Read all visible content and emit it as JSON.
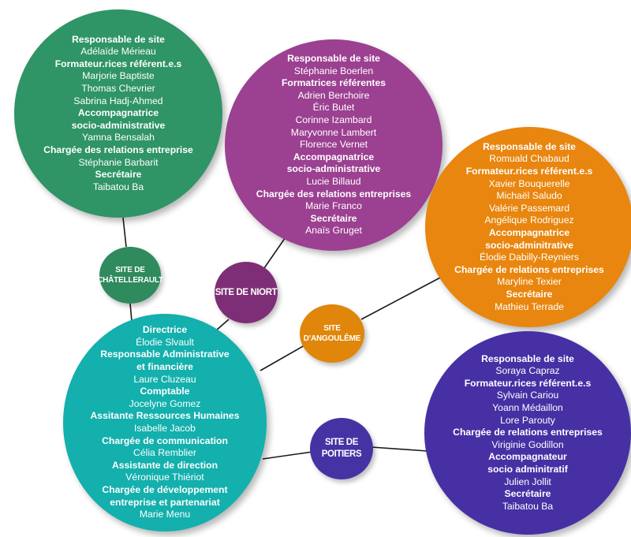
{
  "colors": {
    "chatellerault": "#2f9466",
    "niort": "#9c4091",
    "angouleme": "#e8860f",
    "central": "#13b0ad",
    "poitiers": "#4730a4",
    "connector": "#1a1a1a"
  },
  "sites": {
    "chatellerault": "SITE DE CHÂTELLERAULT",
    "niort": "SITE DE NIORT",
    "angouleme": "SITE D'ANGOULÊME",
    "poitiers": "SITE DE POITIERS"
  },
  "circles": {
    "chatellerault": [
      {
        "text": "Responsable de site",
        "bold": true
      },
      {
        "text": "Adélaïde Mérieau",
        "bold": false
      },
      {
        "text": "Formateur.rices référent.e.s",
        "bold": true
      },
      {
        "text": "Marjorie Baptiste",
        "bold": false
      },
      {
        "text": "Thomas Chevrier",
        "bold": false
      },
      {
        "text": "Sabrina Hadj-Ahmed",
        "bold": false
      },
      {
        "text": "Accompagnatrice",
        "bold": true
      },
      {
        "text": "socio-administrative",
        "bold": true
      },
      {
        "text": "Yamna Bensalah",
        "bold": false
      },
      {
        "text": "Chargée des relations entreprise",
        "bold": true
      },
      {
        "text": "Stéphanie Barbarit",
        "bold": false
      },
      {
        "text": "Secrétaire",
        "bold": true
      },
      {
        "text": "Taibatou Ba",
        "bold": false
      }
    ],
    "niort": [
      {
        "text": "Responsable de site",
        "bold": true
      },
      {
        "text": "Stéphanie Boerlen",
        "bold": false
      },
      {
        "text": "Formatrices référentes",
        "bold": true
      },
      {
        "text": "Adrien Berchoire",
        "bold": false
      },
      {
        "text": "Éric Butet",
        "bold": false
      },
      {
        "text": "Corinne Izambard",
        "bold": false
      },
      {
        "text": "Maryvonne Lambert",
        "bold": false
      },
      {
        "text": "Florence Vernet",
        "bold": false
      },
      {
        "text": "Accompagnatrice",
        "bold": true
      },
      {
        "text": "socio-administrative",
        "bold": true
      },
      {
        "text": "Lucie Billaud",
        "bold": false
      },
      {
        "text": "Chargée des relations entreprises",
        "bold": true
      },
      {
        "text": "Marie Franco",
        "bold": false
      },
      {
        "text": "Secrétaire",
        "bold": true
      },
      {
        "text": "Anaïs Gruget",
        "bold": false
      }
    ],
    "angouleme": [
      {
        "text": "Responsable de site",
        "bold": true
      },
      {
        "text": "Romuald Chabaud",
        "bold": false
      },
      {
        "text": "Formateur.rices référent.e.s",
        "bold": true
      },
      {
        "text": "Xavier Bouquerelle",
        "bold": false
      },
      {
        "text": "Michaël Saludo",
        "bold": false
      },
      {
        "text": "Valérie Passemard",
        "bold": false
      },
      {
        "text": "Angélique Rodriguez",
        "bold": false
      },
      {
        "text": "Accompagnatrice",
        "bold": true
      },
      {
        "text": "socio-adminitrative",
        "bold": true
      },
      {
        "text": "Élodie Dabilly-Reyniers",
        "bold": false
      },
      {
        "text": "Chargée de relations entreprises",
        "bold": true
      },
      {
        "text": "Maryline Texier",
        "bold": false
      },
      {
        "text": "Secrétaire",
        "bold": true
      },
      {
        "text": "Mathieu Terrade",
        "bold": false
      }
    ],
    "central": [
      {
        "text": "Directrice",
        "bold": true
      },
      {
        "text": "Élodie Slvault",
        "bold": false
      },
      {
        "text": "Responsable Administrative",
        "bold": true
      },
      {
        "text": "et financière",
        "bold": true
      },
      {
        "text": "Laure Cluzeau",
        "bold": false
      },
      {
        "text": "Comptable",
        "bold": true
      },
      {
        "text": "Jocelyne Gomez",
        "bold": false
      },
      {
        "text": "Assitante Ressources Humaines",
        "bold": true
      },
      {
        "text": "Isabelle Jacob",
        "bold": false
      },
      {
        "text": "Chargée de communication",
        "bold": true
      },
      {
        "text": "Célia Remblier",
        "bold": false
      },
      {
        "text": "Assistante de direction",
        "bold": true
      },
      {
        "text": "Véronique Thiériot",
        "bold": false
      },
      {
        "text": "Chargée de développement",
        "bold": true
      },
      {
        "text": "entreprise et partenariat",
        "bold": true
      },
      {
        "text": "Marie Menu",
        "bold": false
      }
    ],
    "poitiers": [
      {
        "text": "Responsable de site",
        "bold": true
      },
      {
        "text": "Soraya Capraz",
        "bold": false
      },
      {
        "text": "Formateur.rices référent.e.s",
        "bold": true
      },
      {
        "text": "Sylvain Cariou",
        "bold": false
      },
      {
        "text": "Yoann Médaillon",
        "bold": false
      },
      {
        "text": "Lore Parouty",
        "bold": false
      },
      {
        "text": "Chargée de relations entreprises",
        "bold": true
      },
      {
        "text": "Viriginie Godillon",
        "bold": false
      },
      {
        "text": "Accompagnateur",
        "bold": true
      },
      {
        "text": "socio adminitratif",
        "bold": true
      },
      {
        "text": "Julien Jollit",
        "bold": false
      },
      {
        "text": "Secrétaire",
        "bold": true
      },
      {
        "text": "Taibatou Ba",
        "bold": false
      }
    ]
  }
}
